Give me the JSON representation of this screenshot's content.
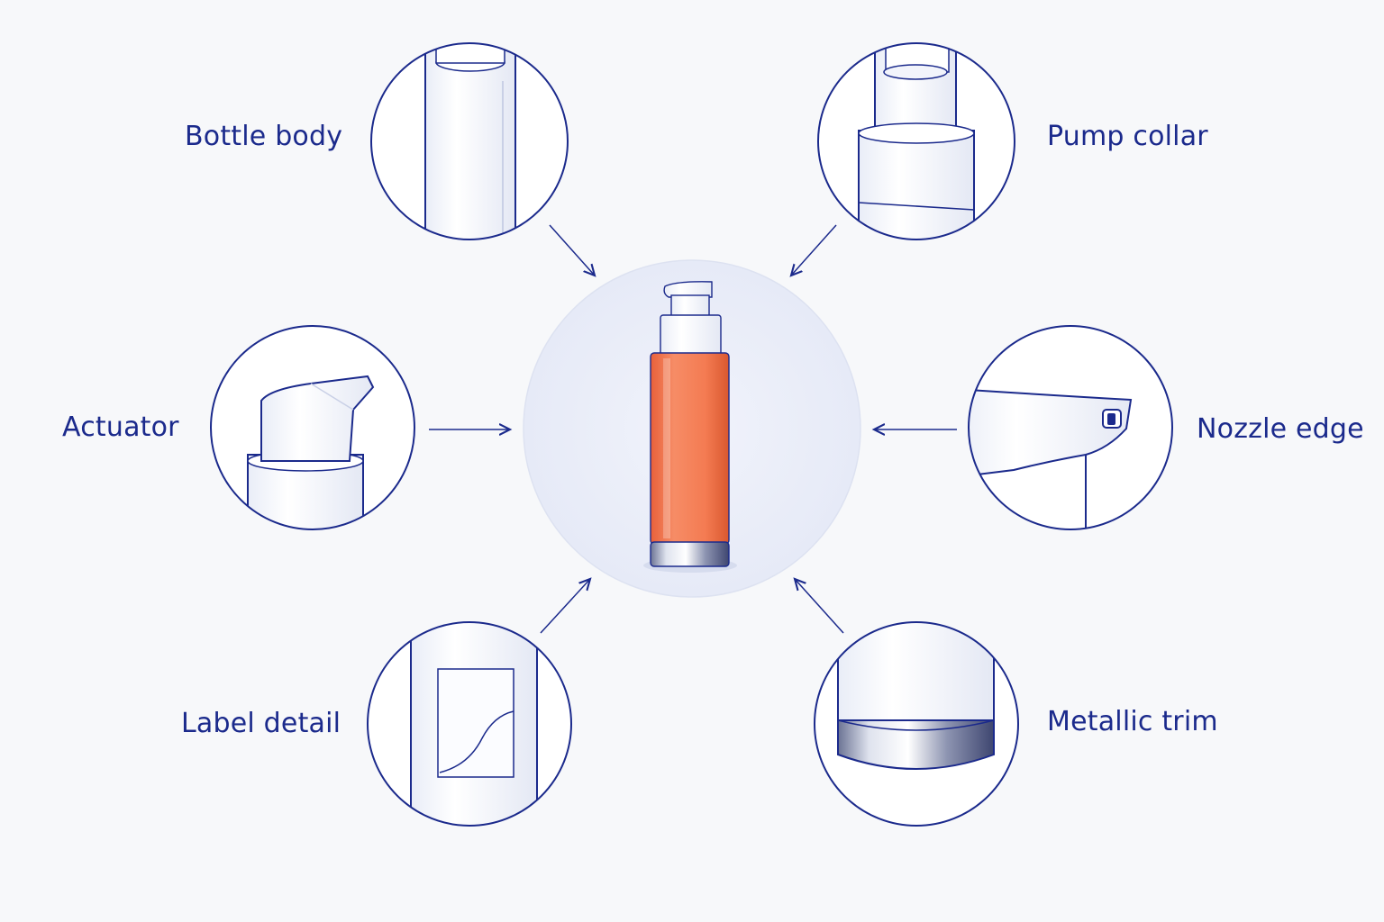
{
  "labels": {
    "bottle_body": "Bottle body",
    "pump_collar": "Pump collar",
    "actuator": "Actuator",
    "nozzle_edge": "Nozzle edge",
    "label_detail": "Label detail",
    "metallic_trim": "Metallic trim"
  },
  "colors": {
    "ink": "#1b2a8c",
    "bottle_fill": "#f47b52",
    "background": "#f7f8fa",
    "center_halo": "#e8ecf8"
  }
}
